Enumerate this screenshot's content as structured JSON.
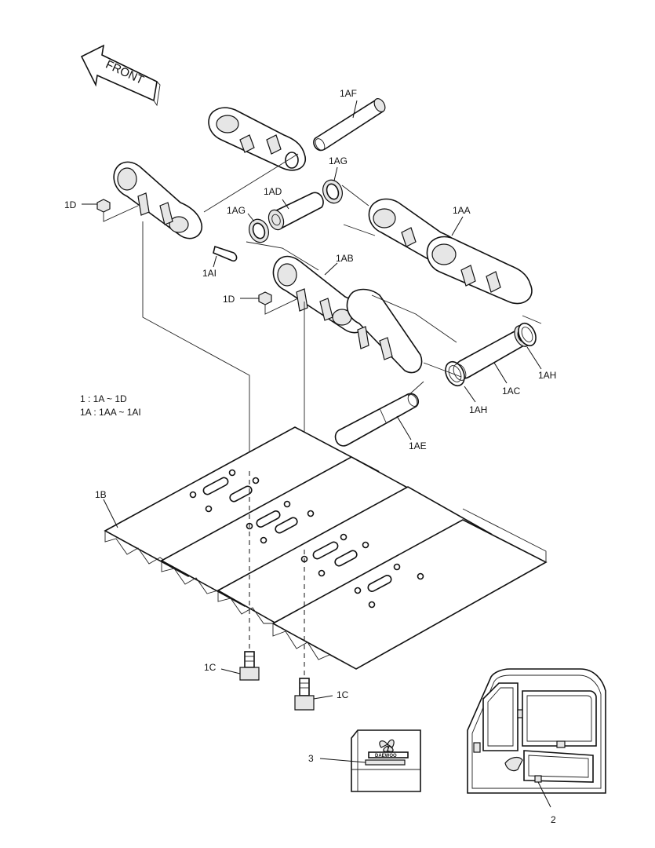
{
  "front_label": "FRONT",
  "legend": {
    "line1": "1 : 1A ~ 1D",
    "line2": "1A : 1AA ~ 1AI"
  },
  "callouts": {
    "1AF": "1AF",
    "1AG_top": "1AG",
    "1AD": "1AD",
    "1AG_left": "1AG",
    "1AA": "1AA",
    "1D_top": "1D",
    "1AI": "1AI",
    "1AB": "1AB",
    "1D_mid": "1D",
    "1AH_right": "1AH",
    "1AC": "1AC",
    "1AH_bottom": "1AH",
    "1AE": "1AE",
    "1B": "1B",
    "1C_left": "1C",
    "1C_right": "1C",
    "3": "3",
    "2": "2"
  },
  "logo_text": "DAEWOO"
}
